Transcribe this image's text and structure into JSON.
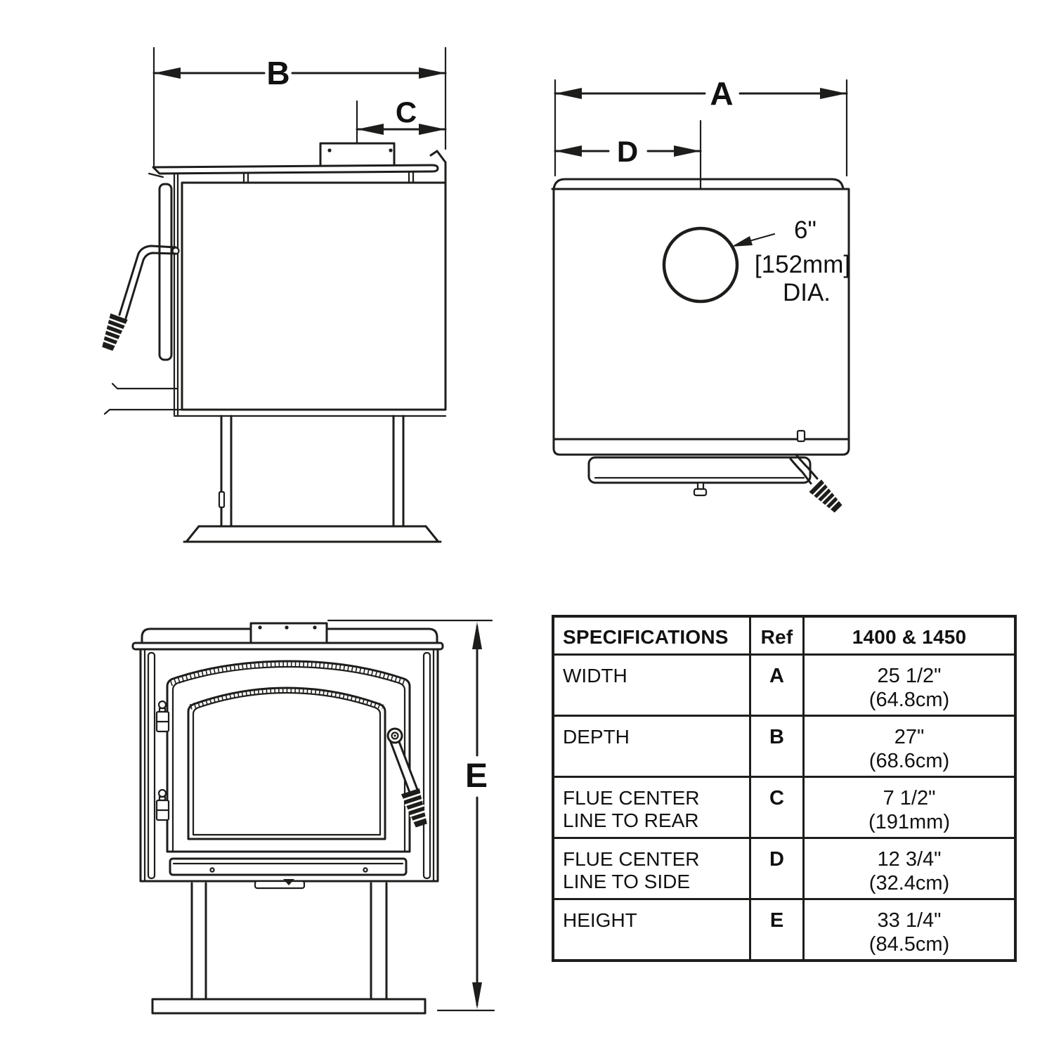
{
  "colors": {
    "line": "#1d1d1b",
    "text": "#111111",
    "background": "#ffffff"
  },
  "diagram": {
    "side_view": {
      "depth_dim": "B",
      "flue_rear_dim": "C"
    },
    "top_view": {
      "width_dim": "A",
      "flue_side_dim": "D",
      "flue_callout": [
        "6\"",
        "[152mm]",
        "DIA."
      ]
    },
    "front_view": {
      "height_dim": "E"
    }
  },
  "table": {
    "headers": [
      "SPECIFICATIONS",
      "Ref",
      "1400 & 1450"
    ],
    "rows": [
      {
        "spec": "WIDTH",
        "ref": "A",
        "value": "25 1/2\"\n(64.8cm)"
      },
      {
        "spec": "DEPTH",
        "ref": "B",
        "value": "27\"\n(68.6cm)"
      },
      {
        "spec": "FLUE CENTER\nLINE TO REAR",
        "ref": "C",
        "value": "7 1/2\"\n(191mm)"
      },
      {
        "spec": "FLUE CENTER\nLINE TO SIDE",
        "ref": "D",
        "value": "12 3/4\"\n(32.4cm)"
      },
      {
        "spec": "HEIGHT",
        "ref": "E",
        "value": "33 1/4\"\n(84.5cm)"
      }
    ]
  }
}
